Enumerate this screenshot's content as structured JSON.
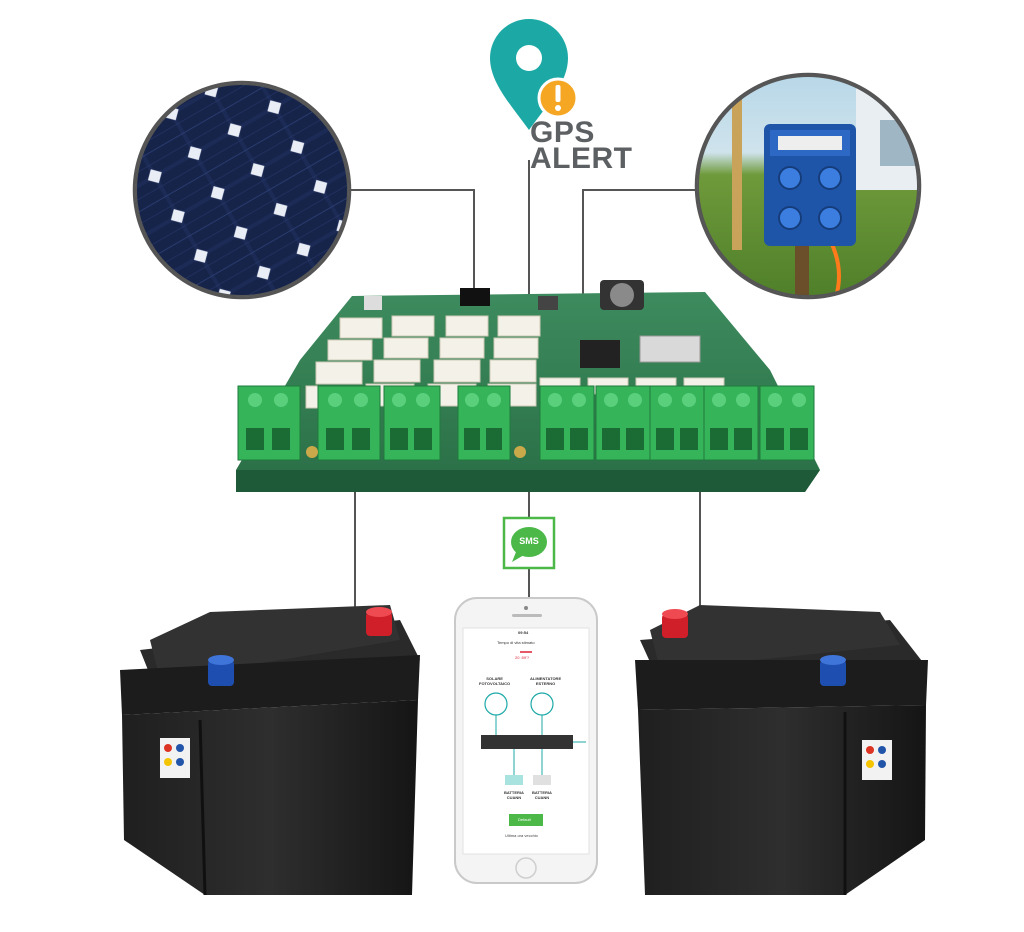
{
  "gps": {
    "line1": "GPS",
    "line2": "ALERT"
  },
  "sms": {
    "label": "SMS"
  },
  "phone": {
    "status_time": "09:54",
    "header": "Tempo di vita stimato",
    "value": "20 :59'?",
    "solar_title": "SOLARE\nFOTOVOLTAICO",
    "charger_title": "ALIMENTATORE\nESTERNO",
    "battery1_title": "BATTERIA\nCUANN",
    "battery2_title": "BATTERIA\nCUANN",
    "button_label": "Default",
    "footer": "Ultima ora vecchio"
  },
  "colors": {
    "teal": "#1ca9a6",
    "orange": "#f5a623",
    "sms_green": "#4cb848",
    "pcb_green": "#2e7d4f",
    "terminal_green": "#35b45a",
    "connector_line": "#555555"
  },
  "icons": [
    "map-pin-icon",
    "alert-icon",
    "sms-bubble-icon",
    "solar-panel-image",
    "power-socket-image",
    "battery-image"
  ]
}
